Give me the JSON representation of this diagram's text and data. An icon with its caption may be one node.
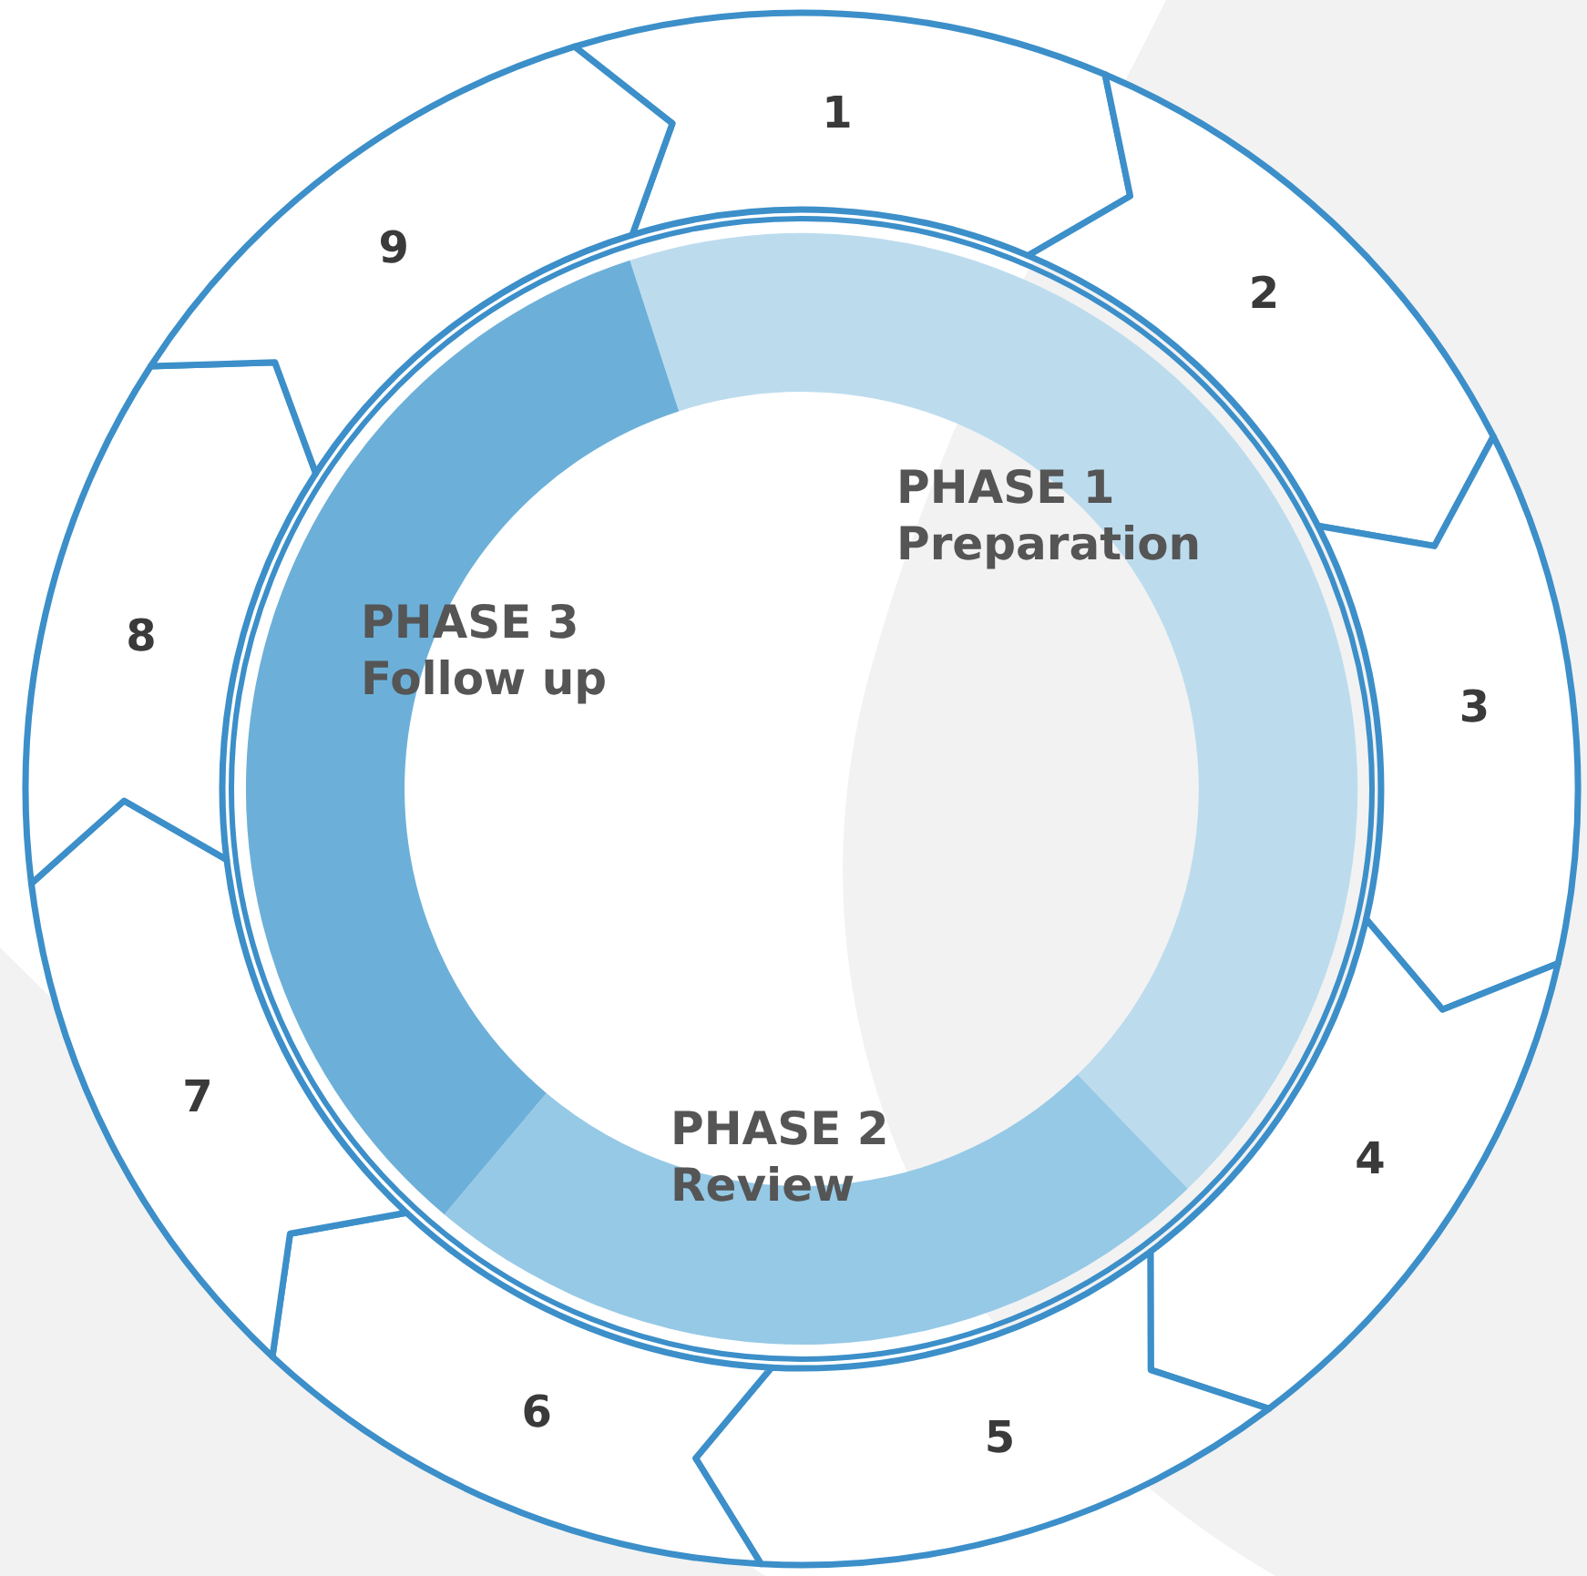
{
  "diagram": {
    "nodes": [
      {
        "text": [
          "1"
        ]
      },
      {
        "text": [
          "2"
        ]
      },
      {
        "text": [
          "3"
        ]
      },
      {
        "text": [
          "4"
        ]
      },
      {
        "text": [
          "5"
        ]
      },
      {
        "text": [
          "6"
        ]
      },
      {
        "text": [
          "7"
        ]
      },
      {
        "text": [
          "8"
        ]
      },
      {
        "text": [
          "9"
        ]
      },
      {
        "text": [
          "PHASE 1",
          "Preparation"
        ]
      },
      {
        "text": [
          "PHASE 2",
          "Review"
        ]
      },
      {
        "text": [
          "PHASE 3",
          "Follow up"
        ]
      }
    ]
  }
}
